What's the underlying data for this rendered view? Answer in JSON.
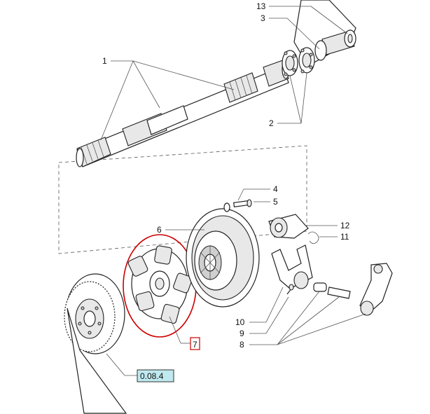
{
  "callouts": {
    "c13": "13",
    "c3": "3",
    "c1": "1",
    "c2": "2",
    "c4": "4",
    "c5": "5",
    "c6": "6",
    "c12": "12",
    "c11": "11",
    "c10": "10",
    "c9": "9",
    "c8": "8",
    "c7": "7"
  },
  "reference": {
    "label": "0.08.4",
    "color": "#bfe9ee"
  },
  "highlight": {
    "color": "#cc0000"
  }
}
